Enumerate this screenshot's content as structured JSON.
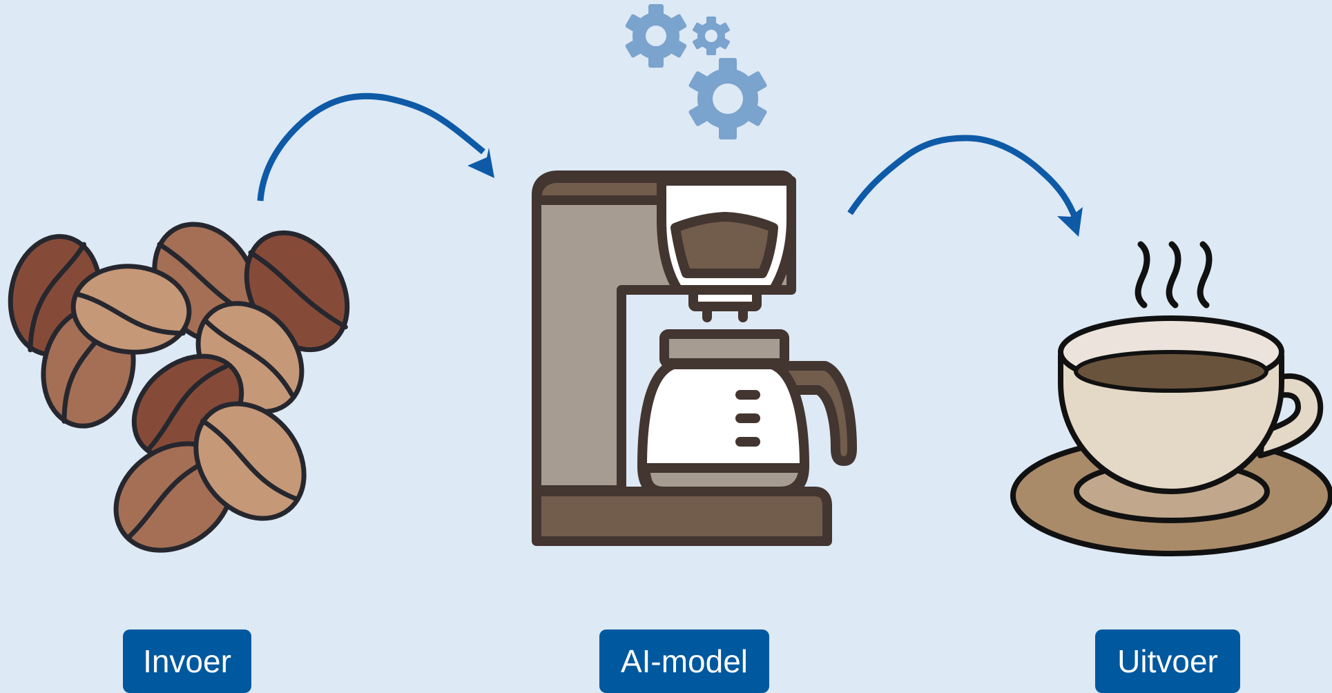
{
  "labels": {
    "input": "Invoer",
    "model": "AI-model",
    "output": "Uitvoer"
  },
  "colors": {
    "background": "#dde9f5",
    "label_bg": "#00589f",
    "arrow": "#0e5aa7",
    "gear": "#7aa3cd"
  },
  "icons": {
    "input": "coffee-beans-icon",
    "model": "coffee-machine-icon",
    "output": "coffee-cup-icon",
    "processing": "gears-icon"
  }
}
